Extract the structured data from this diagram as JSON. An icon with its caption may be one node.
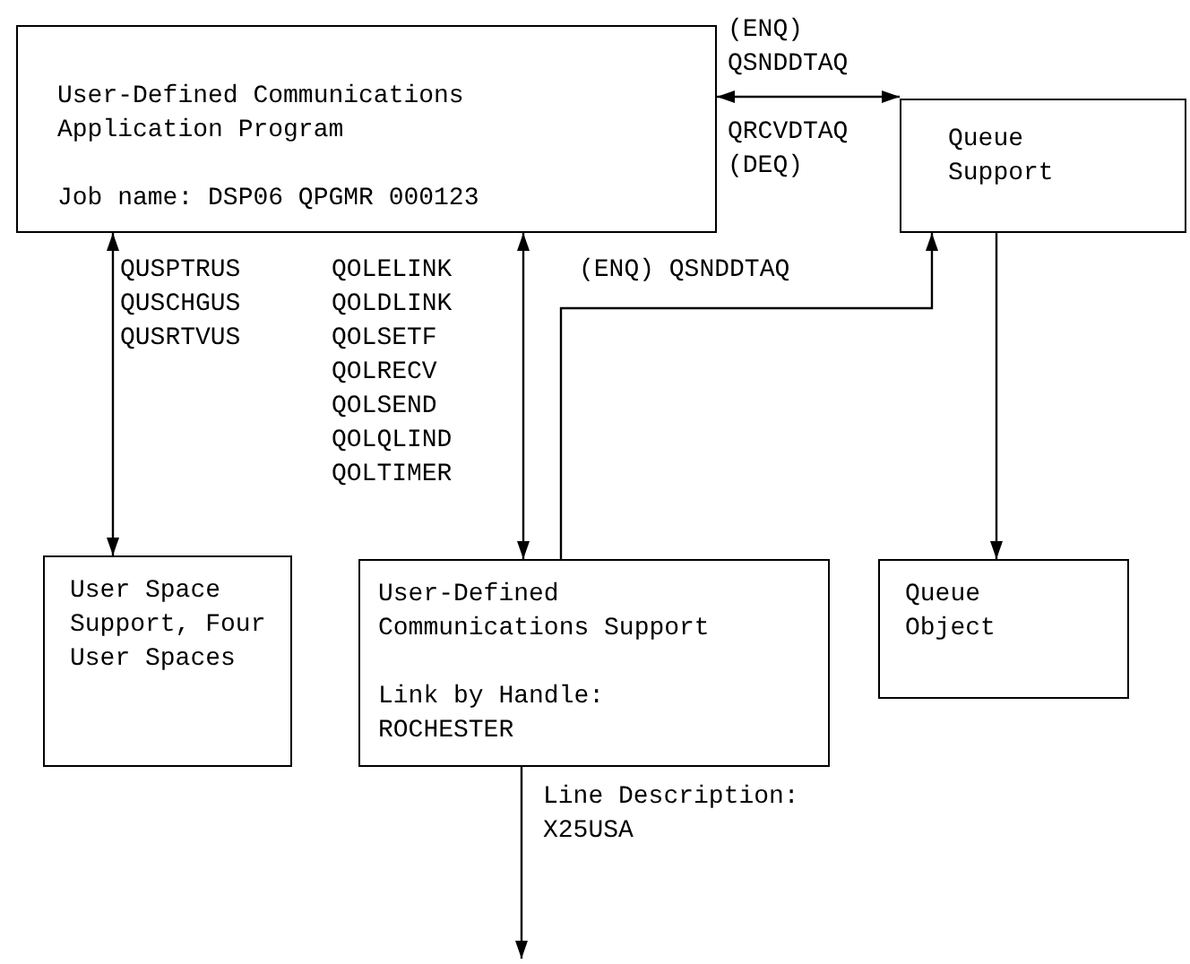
{
  "diagram": {
    "nodes": [
      {
        "text": [
          "User-Defined Communications Application Program",
          "Job name: DSP06 QPGMR 000123"
        ]
      },
      {
        "text": [
          "Queue Support"
        ]
      },
      {
        "text": [
          "User Space Support, Four User Spaces"
        ]
      },
      {
        "text": [
          "User-Defined Communications Support",
          "Link by Handle: ROCHESTER"
        ]
      },
      {
        "text": [
          "Queue Object"
        ]
      }
    ],
    "edges": [
      {
        "from": 0,
        "to": 1,
        "arrow": "both",
        "label": "(ENQ) QSNDDTAQ"
      },
      {
        "from": 0,
        "to": 2,
        "arrow": "both",
        "label": "QUSPTRUS QUSCHGUS QUSRTVUS"
      },
      {
        "from": 0,
        "to": 3,
        "arrow": "both",
        "label": "QOLELINK QOLDLINK QOLSETF QOLRECV QOLSEND QOLQLIND QOLTIMER"
      },
      {
        "from": 3,
        "to": 1,
        "arrow": "to",
        "label": "(ENQ) QSNDDTAQ"
      },
      {
        "from": 1,
        "to": 4,
        "arrow": "to"
      },
      {
        "from": 3,
        "to": null,
        "arrow": "to",
        "label": "Line Description: X25USA"
      }
    ],
    "labels": [
      "QRCVDTAQ (DEQ)"
    ]
  }
}
